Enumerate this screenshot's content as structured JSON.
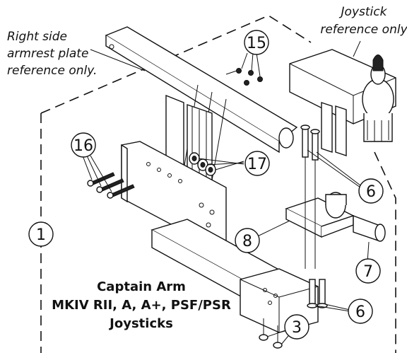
{
  "title": [
    "Captain  Arm",
    "MKIV RII, A, A+, PSF/PSR",
    "Joysticks"
  ],
  "notes": {
    "armrest": [
      "Right side",
      "armrest plate",
      "reference only."
    ],
    "joystick": [
      "Joystick",
      "reference only"
    ]
  },
  "callouts": {
    "c15": "15",
    "c16": "16",
    "c17": "17",
    "c6_top": "6",
    "c8": "8",
    "c7": "7",
    "c6_bottom": "6",
    "c3": "3",
    "c1": "1"
  }
}
